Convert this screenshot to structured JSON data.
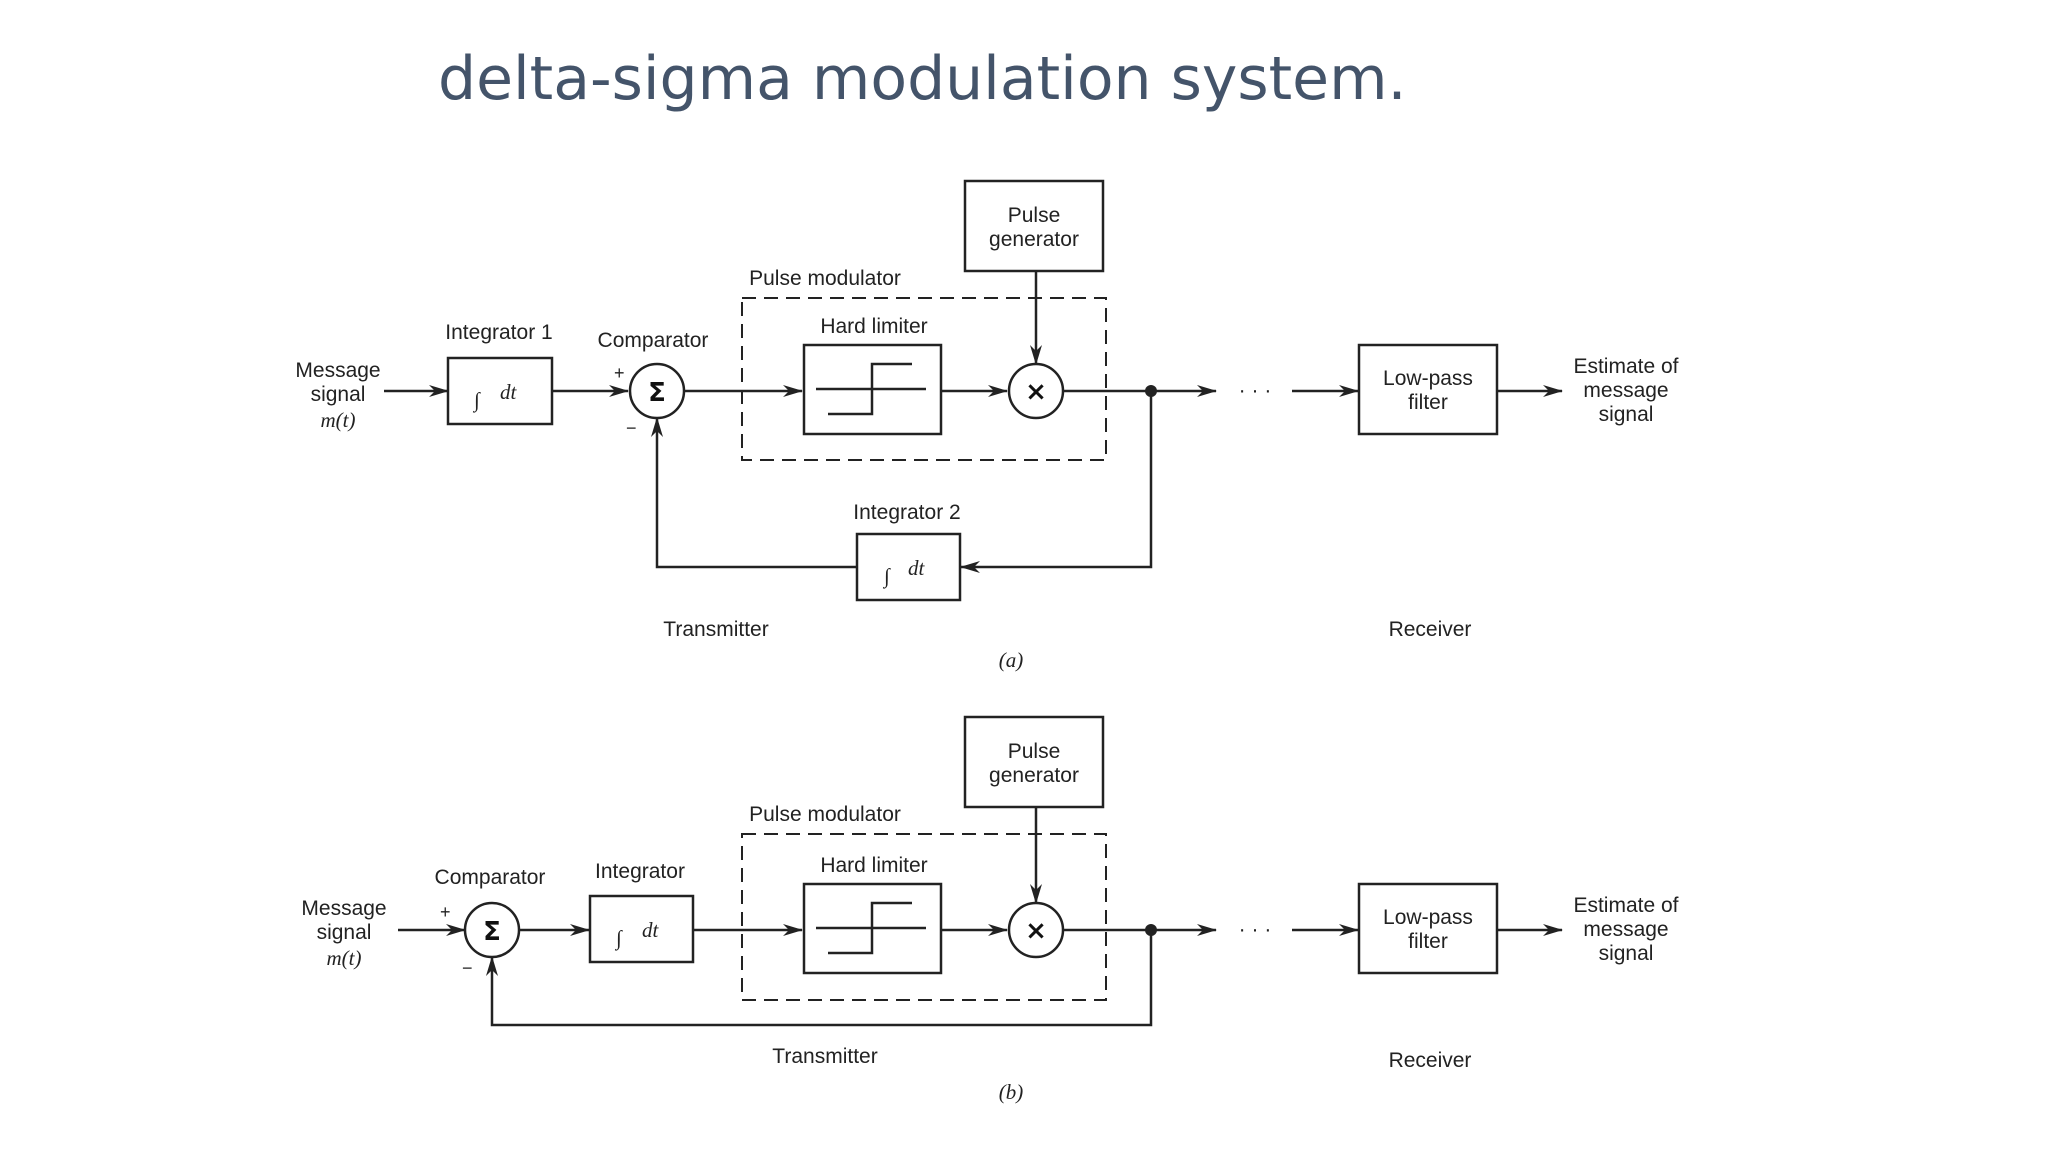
{
  "title": "delta-sigma modulation system.",
  "labels": {
    "message_signal": [
      "Message",
      "signal"
    ],
    "m_t": "m(t)",
    "integrator_1": "Integrator 1",
    "integrator_2": "Integrator 2",
    "integrator": "Integrator",
    "comparator": "Comparator",
    "pulse_modulator": "Pulse modulator",
    "hard_limiter": "Hard limiter",
    "pulse_generator": [
      "Pulse",
      "generator"
    ],
    "low_pass_filter": [
      "Low-pass",
      "filter"
    ],
    "estimate": [
      "Estimate of",
      "message",
      "signal"
    ],
    "transmitter": "Transmitter",
    "receiver": "Receiver",
    "integral": "∫",
    "dt": "dt",
    "sigma": "Σ",
    "times": "×",
    "plus": "+",
    "minus": "−",
    "ellipsis": "· · ·"
  },
  "captions": {
    "a": "(a)",
    "b": "(b)"
  }
}
